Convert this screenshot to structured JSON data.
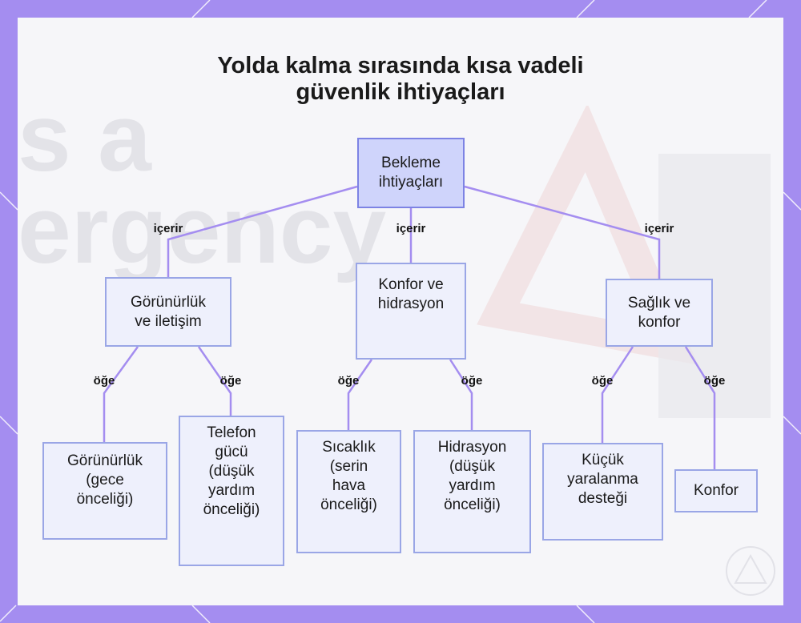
{
  "title": {
    "line1": "Yolda kalma sırasında kısa vadeli",
    "line2": "güvenlik ihtiyaçları"
  },
  "background": {
    "text_line1": "s a",
    "text_line2": "ergency"
  },
  "nodes": {
    "root": "Bekleme\nihtiyaçları",
    "visibility_comm": "Görünürlük\nve iletişim",
    "comfort_hydration": "Konfor ve\nhidrasyon",
    "health_comfort": "Sağlık ve\nkonfor",
    "visibility": "Görünürlük\n(gece\nönceliği)",
    "phone_power": "Telefon\ngücü\n(düşük\nyardım\nönceliği)",
    "temperature": "Sıcaklık\n(serin\nhava\nönceliği)",
    "hydration": "Hidrasyon\n(düşük\nyardım\nönceliği)",
    "injury_support": "Küçük\nyaralanma\ndesteği",
    "comfort": "Konfor"
  },
  "edge_labels": {
    "contains": "içerir",
    "item": "öğe"
  },
  "colors": {
    "frame": "#a48df0",
    "root_fill": "#cfd4fb",
    "node_fill": "#eef0fc",
    "node_border": "#9aa6e6",
    "edge": "#a48df0"
  }
}
